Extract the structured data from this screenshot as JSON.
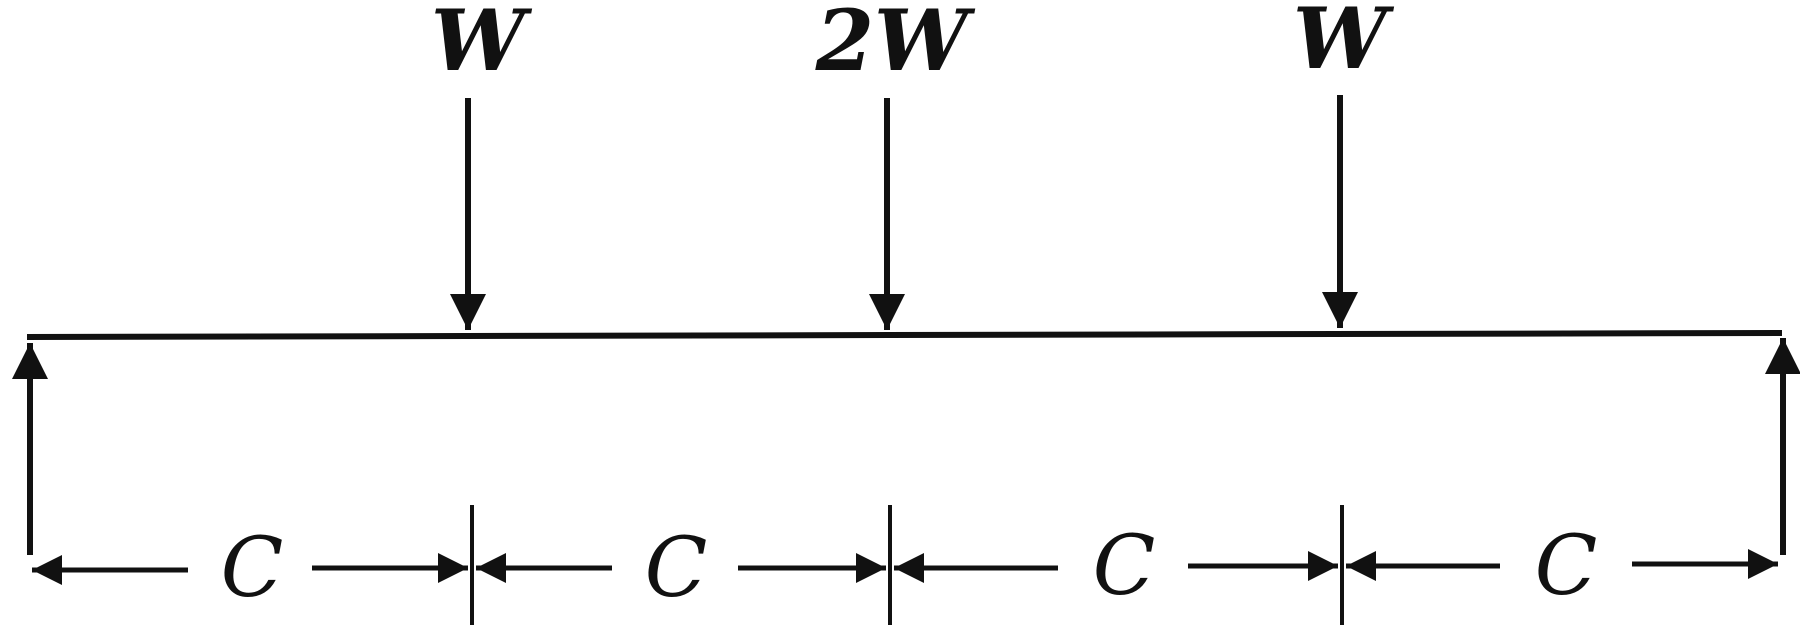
{
  "diagram": {
    "loads": [
      {
        "label": "W"
      },
      {
        "label": "2W"
      },
      {
        "label": "W"
      }
    ],
    "spans": [
      {
        "label": "C"
      },
      {
        "label": "C"
      },
      {
        "label": "C"
      },
      {
        "label": "C"
      }
    ],
    "colors": {
      "ink": "#111111",
      "background": "#ffffff"
    }
  }
}
